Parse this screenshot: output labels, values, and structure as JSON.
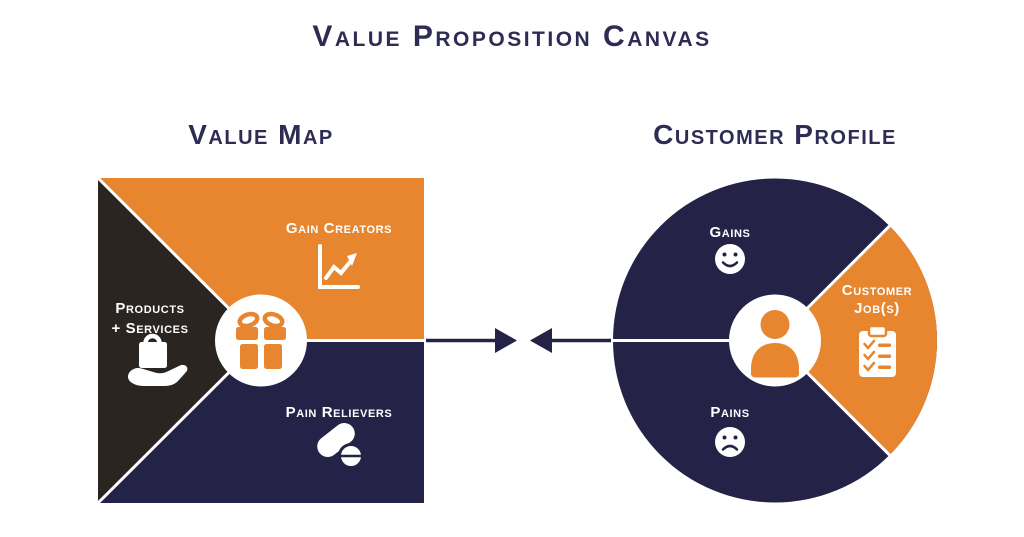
{
  "title": "Value Proposition Canvas",
  "colors": {
    "navy": "#242246",
    "orange": "#E8862F",
    "black": "#2B2522",
    "white": "#ffffff",
    "heading": "#2E2C55"
  },
  "value_map": {
    "heading": "Value Map",
    "center_icon": "gift-icon",
    "sections": {
      "gain_creators": {
        "label": "Gain Creators",
        "icon": "line-chart-icon"
      },
      "products_services": {
        "label_line1": "Products",
        "label_line2": "+ Services",
        "icon": "hand-holding-bag-icon"
      },
      "pain_relievers": {
        "label": "Pain Relievers",
        "icon": "pills-icon"
      }
    }
  },
  "customer_profile": {
    "heading": "Customer Profile",
    "center_icon": "person-icon",
    "sections": {
      "gains": {
        "label": "Gains",
        "icon": "smiley-face-icon"
      },
      "customer_jobs": {
        "label_line1": "Customer",
        "label_line2": "Job(s)",
        "icon": "checklist-clipboard-icon"
      },
      "pains": {
        "label": "Pains",
        "icon": "sad-face-icon"
      }
    }
  }
}
